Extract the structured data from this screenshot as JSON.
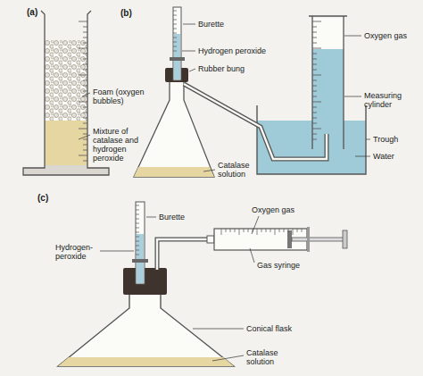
{
  "diagram": {
    "labels": [
      "(a)",
      "Foam (oxygen bubbles)",
      "Mixture of catalase and hydrogen peroxide",
      "(b)",
      "Burette",
      "Hydrogen peroxide",
      "Rubber bung",
      "Catalase solution",
      "Oxygen gas",
      "Measuring cylinder",
      "Trough",
      "Water",
      "(c)",
      "Burette",
      "Hydrogen- peroxide",
      "Oxygen gas",
      "Gas syringe",
      "Conical flask",
      "Catalase solution"
    ]
  }
}
